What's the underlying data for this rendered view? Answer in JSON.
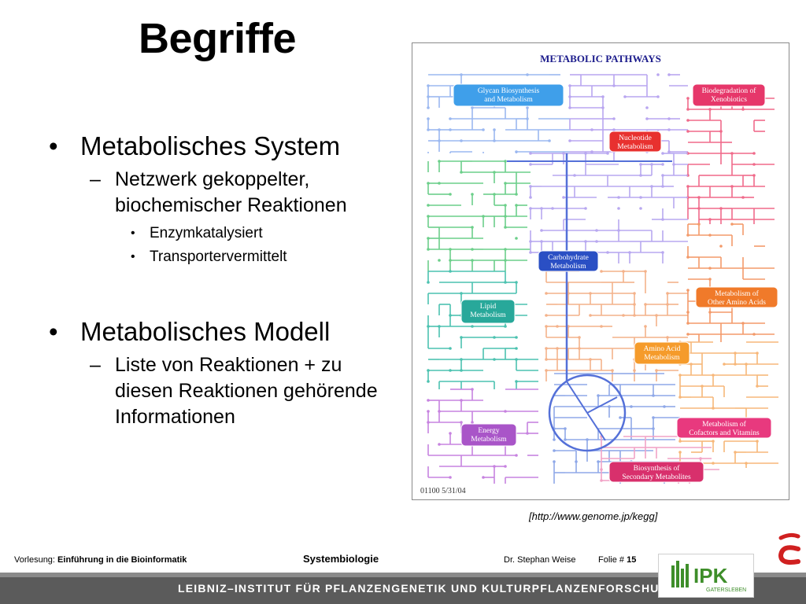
{
  "slide": {
    "title": "Begriffe",
    "bullets": [
      {
        "text": "Metabolisches System",
        "sub": [
          {
            "text": "Netzwerk gekoppelter, biochemischer Reaktionen",
            "sub": [
              "Enzymkatalysiert",
              "Transportervermittelt"
            ]
          }
        ]
      },
      {
        "text": "Metabolisches Modell",
        "sub": [
          {
            "text": "Liste von Reaktionen + zu diesen Reaktionen gehörende Informationen"
          }
        ]
      }
    ],
    "citation": "[http://www.genome.jp/kegg]"
  },
  "figure": {
    "title": "METABOLIC PATHWAYS",
    "code": "01100   5/31/04",
    "labels": [
      {
        "id": "glycan",
        "text": [
          "Glycan Biosynthesis",
          "and Metabolism"
        ],
        "color": "#3f9fea"
      },
      {
        "id": "xenobiotics",
        "text": [
          "Biodegradation of",
          "Xenobiotics"
        ],
        "color": "#e6376a"
      },
      {
        "id": "nucleotide",
        "text": [
          "Nucleotide",
          "Metabolism"
        ],
        "color": "#e8312f"
      },
      {
        "id": "carbohydrate",
        "text": [
          "Carbohydrate",
          "Metabolism"
        ],
        "color": "#2a4fc4"
      },
      {
        "id": "other-amino",
        "text": [
          "Metabolism of",
          "Other Amino Acids"
        ],
        "color": "#f07a2a"
      },
      {
        "id": "lipid",
        "text": [
          "Lipid",
          "Metabolism"
        ],
        "color": "#28a89a"
      },
      {
        "id": "amino-acid",
        "text": [
          "Amino Acid",
          "Metabolism"
        ],
        "color": "#f59b2b"
      },
      {
        "id": "energy",
        "text": [
          "Energy",
          "Metabolism"
        ],
        "color": "#a955c8"
      },
      {
        "id": "cofactors",
        "text": [
          "Metabolism of",
          "Cofactors and Vitamins"
        ],
        "color": "#e8397e"
      },
      {
        "id": "secondary",
        "text": [
          "Biosynthesis of",
          "Secondary Metabolites"
        ],
        "color": "#d8306c"
      }
    ]
  },
  "footer": {
    "course_prefix": "Vorlesung: ",
    "course_name": "Einführung in die Bioinformatik",
    "topic": "Systembiologie",
    "author": "Dr. Stephan Weise",
    "slide_prefix": "Folie # ",
    "slide_number": "15",
    "institute": "LEIBNIZ–INSTITUT FÜR PFLANZENGENETIK UND KULTURPFLANZENFORSCHUNG",
    "logo_text": "IPK",
    "logo_subtext": "GATERSLEBEN"
  },
  "colors": {
    "banner": "#5b5b5b",
    "title_blue": "#1c1c8c",
    "logo_green": "#3e8e2a"
  }
}
